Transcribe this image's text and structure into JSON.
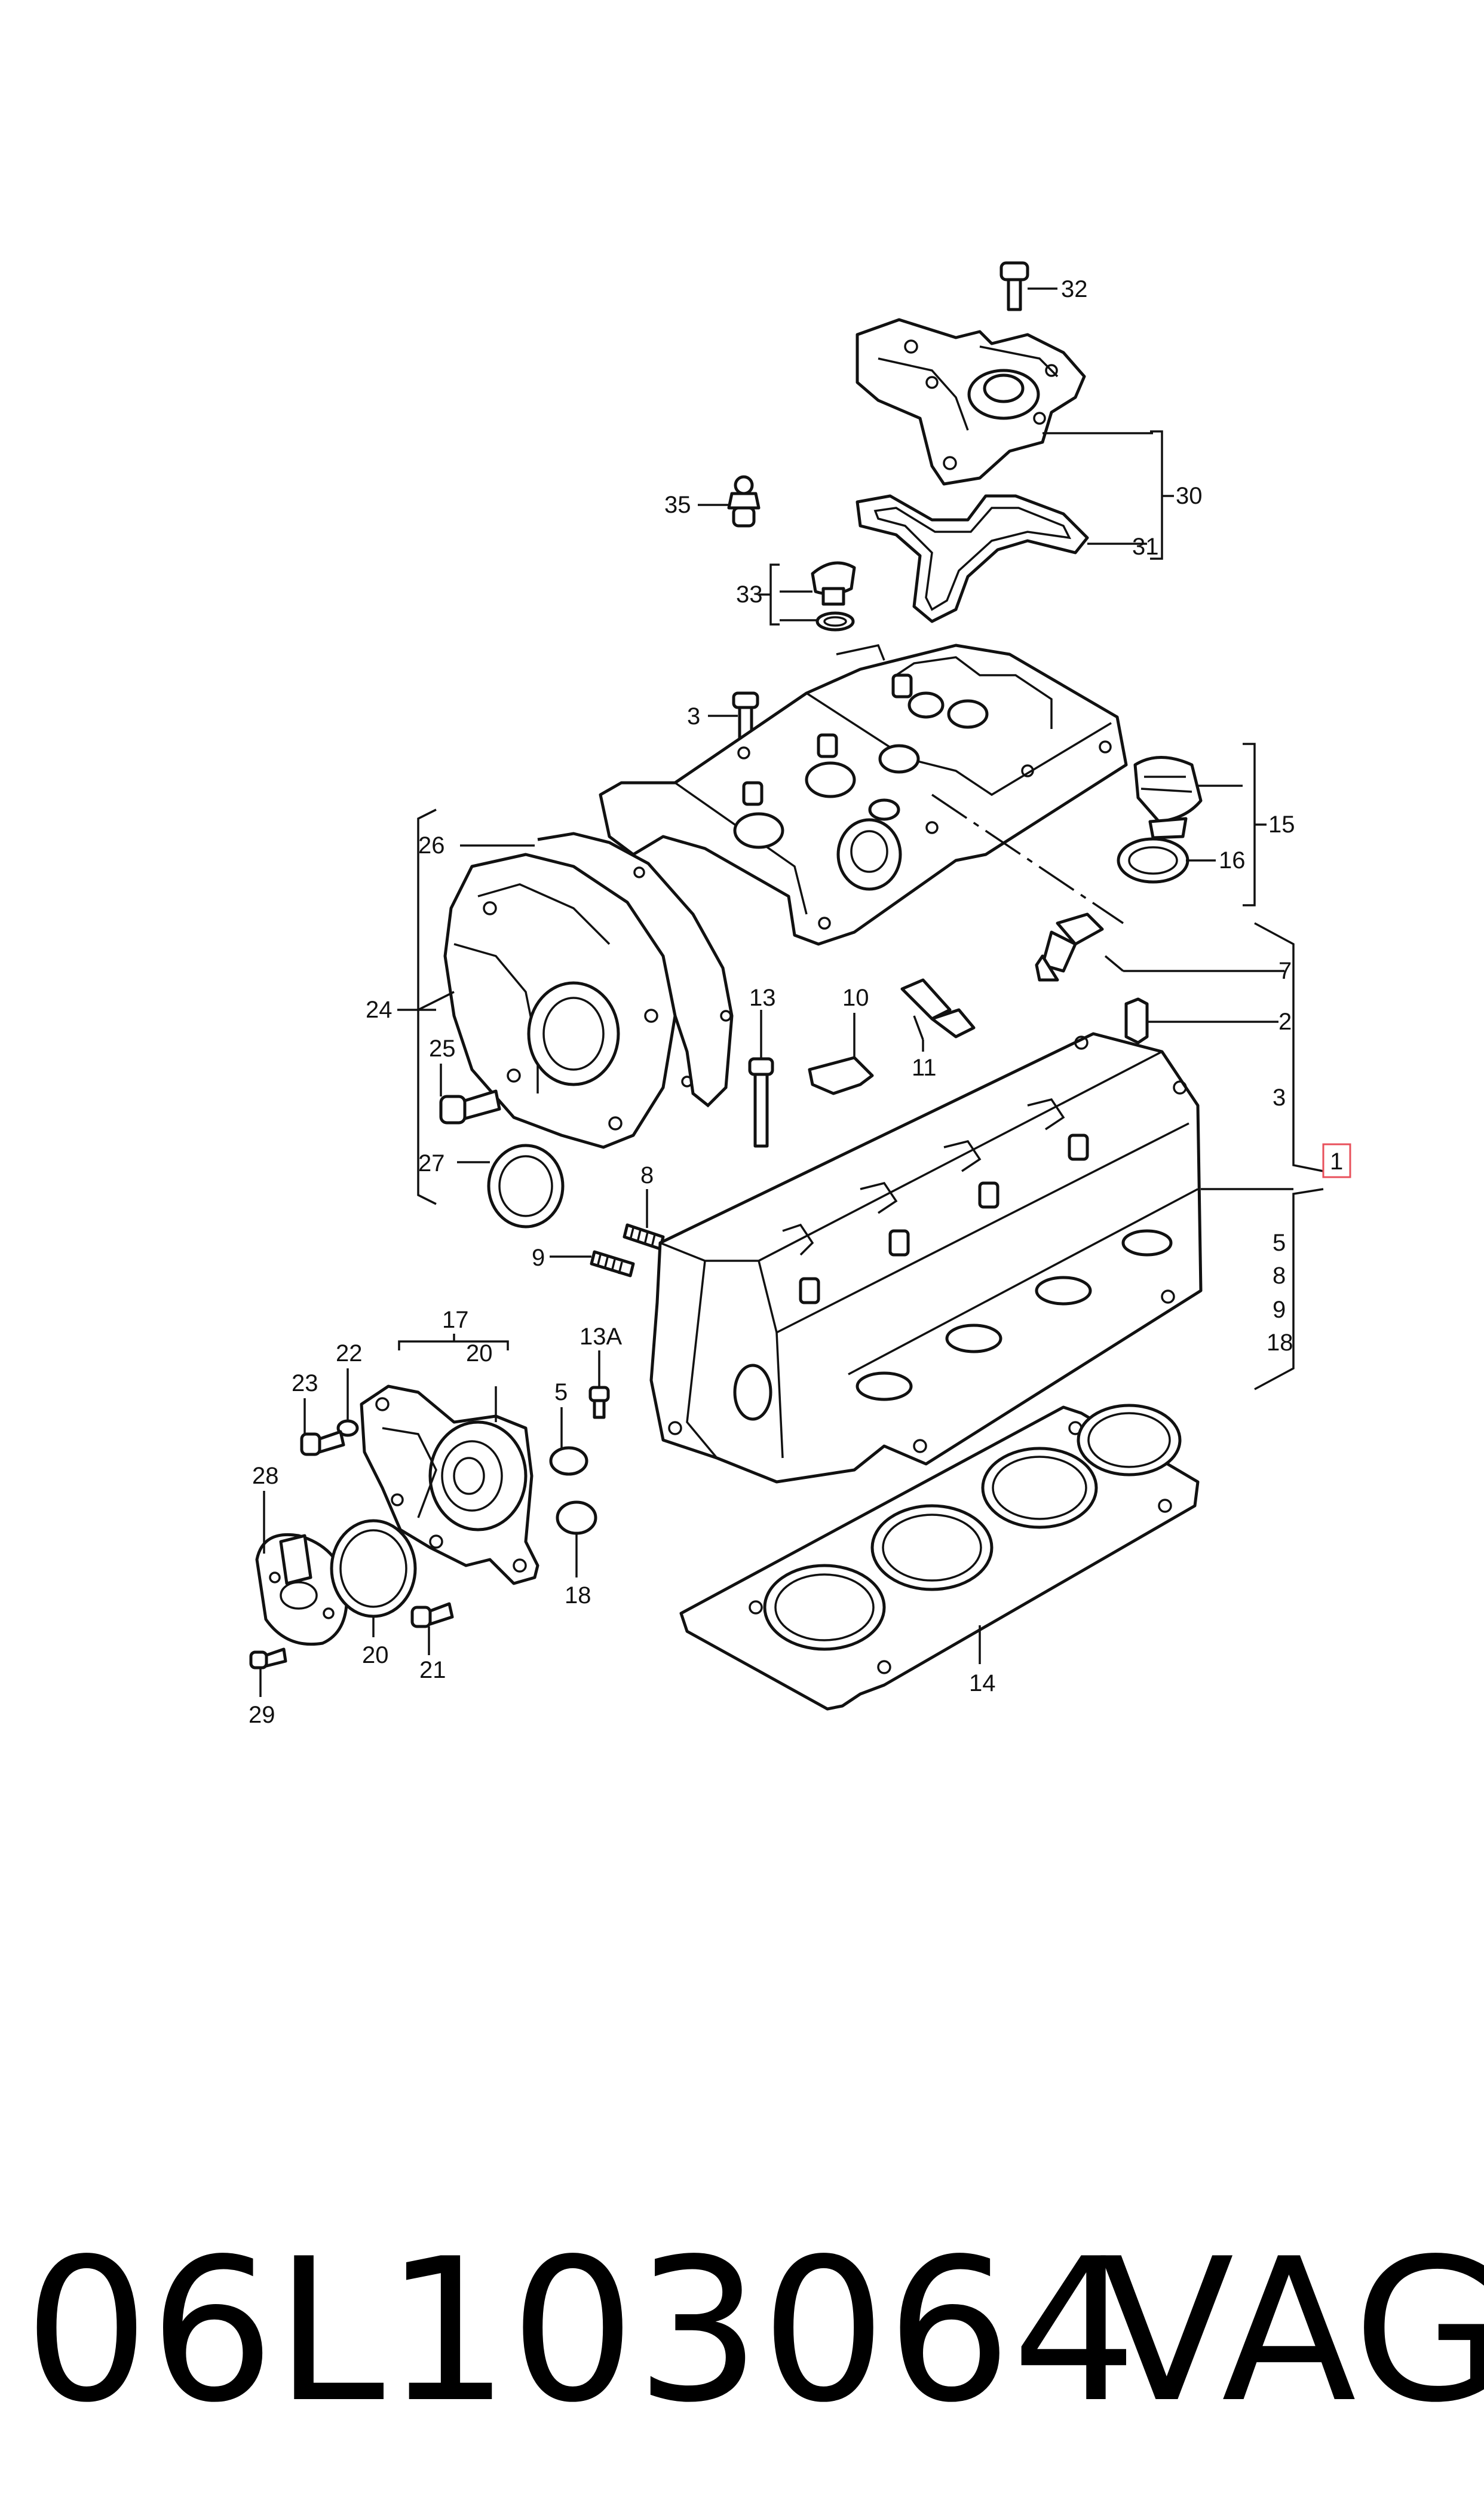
{
  "labels": {
    "l1": "1",
    "l2": "2",
    "l3a": "3",
    "l3b": "3",
    "l5a": "5",
    "l5b": "5",
    "l7": "7",
    "l8a": "8",
    "l8b": "8",
    "l9a": "9",
    "l9b": "9",
    "l10": "10",
    "l11": "11",
    "l13": "13",
    "l13a": "13A",
    "l14": "14",
    "l15": "15",
    "l16": "16",
    "l17": "17",
    "l18a": "18",
    "l18b": "18",
    "l20a": "20",
    "l20b": "20",
    "l21": "21",
    "l22": "22",
    "l23": "23",
    "l24": "24",
    "l25": "25",
    "l26": "26",
    "l27": "27",
    "l28": "28",
    "l29": "29",
    "l30": "30",
    "l31": "31",
    "l32": "32",
    "l33": "33",
    "l35": "35"
  },
  "footer": {
    "part_number": "06L103064",
    "brand": "VAG"
  },
  "colors": {
    "highlight_box": "#e8505b",
    "ink": "#111111"
  }
}
